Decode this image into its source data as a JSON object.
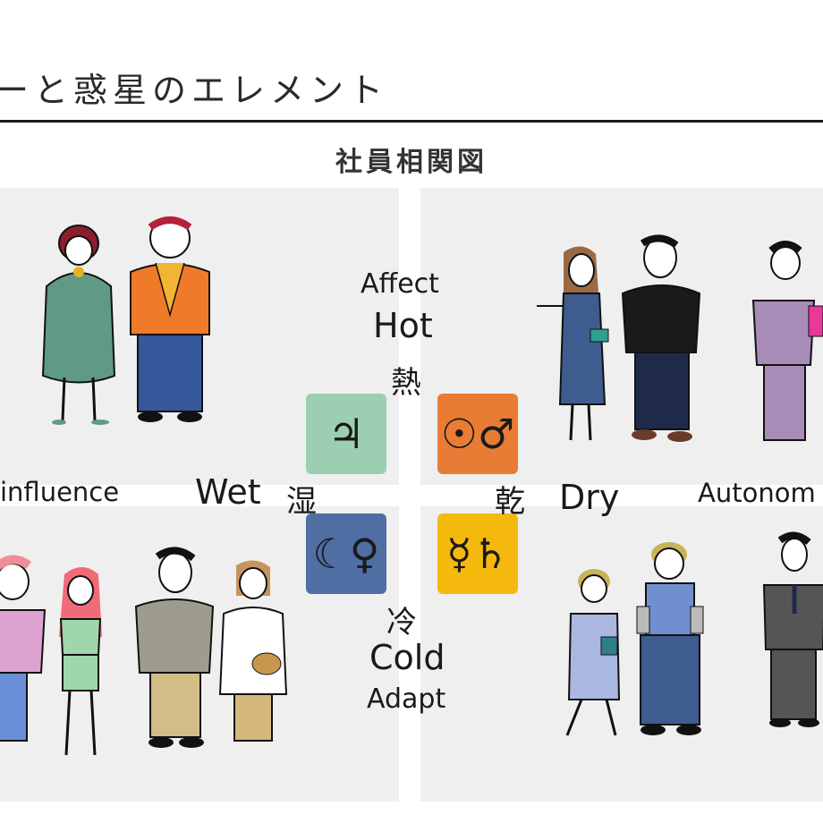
{
  "header": {
    "title": "ーと惑星のエレメント"
  },
  "chart_title": "社員相関図",
  "axes": {
    "top": {
      "label_en": "Affect",
      "quality_en": "Hot",
      "quality_jp": "熱"
    },
    "left": {
      "label_en": "influence",
      "quality_en": "Wet",
      "quality_jp": "湿"
    },
    "right": {
      "label_en": "Autonom",
      "quality_en": "Dry",
      "quality_jp": "乾"
    },
    "bottom": {
      "label_en": "Adapt",
      "quality_en": "Cold",
      "quality_jp": "冷"
    }
  },
  "tiles": {
    "jupiter": {
      "symbols": "♃",
      "color": "#9ccfb2"
    },
    "sun_mars": {
      "symbols": "☉♂",
      "color": "#e97c34"
    },
    "moon_venus": {
      "symbols": "☾♀",
      "color": "#4f6ea4"
    },
    "mercury_saturn": {
      "symbols": "☿♄",
      "color": "#f5b90d"
    }
  },
  "colors": {
    "quadrant_bg": "#efefef",
    "rule": "#1a1a1a"
  }
}
